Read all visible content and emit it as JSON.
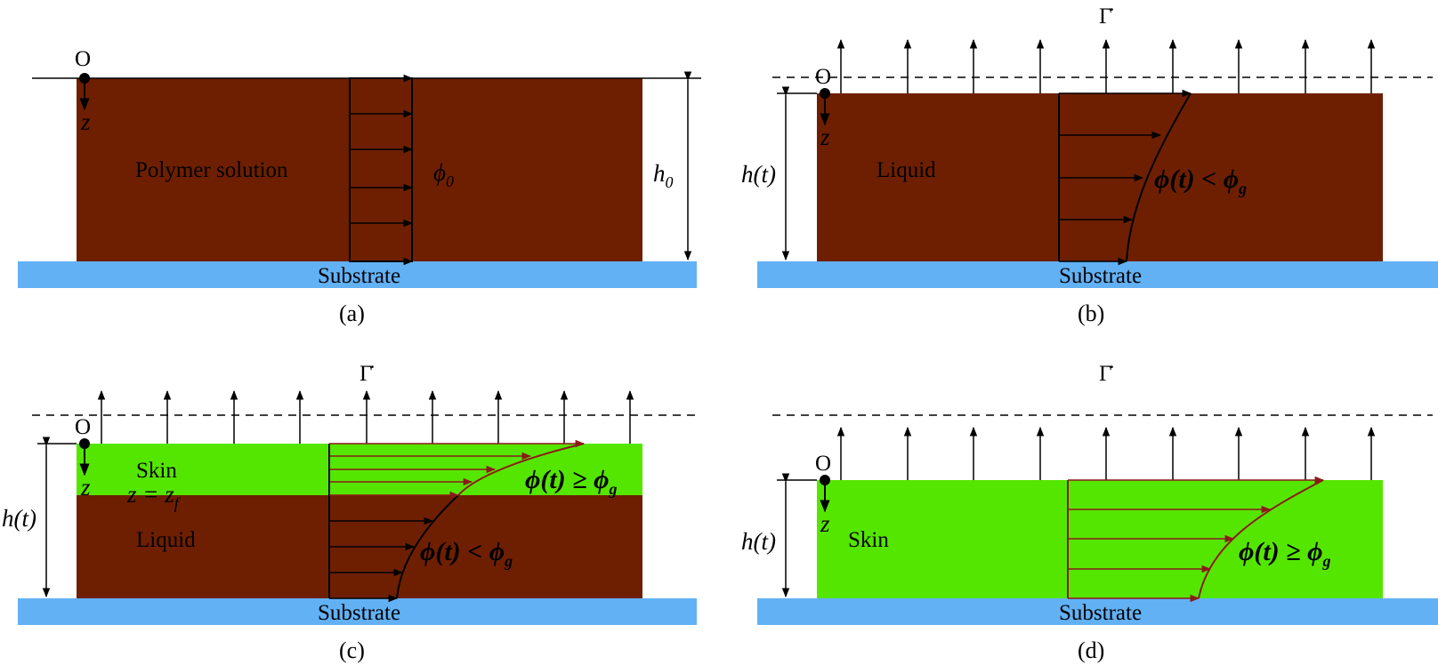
{
  "colors": {
    "liquid": "#6e1f02",
    "skin": "#55e600",
    "substrate": "#62b1f5",
    "profile_arrow_dark": "#000000",
    "profile_arrow_red": "#8b1a1a",
    "line": "#000000"
  },
  "icons": {
    "origin": "filled-dot",
    "flux": "up-arrow",
    "profile": "right-arrow"
  },
  "panels": [
    {
      "id": "a",
      "caption": "(a)",
      "origin_label": "O",
      "z_axis_label": "z",
      "layer_labels": [
        "Polymer solution"
      ],
      "substrate_label": "Substrate",
      "height_label_main": "h",
      "height_label_sub": "0",
      "phi_labels": [
        {
          "main": "ϕ",
          "sub": "0",
          "rest": ""
        }
      ],
      "flux_label": ""
    },
    {
      "id": "b",
      "caption": "(b)",
      "origin_label": "O",
      "z_axis_label": "z",
      "layer_labels": [
        "Liquid"
      ],
      "substrate_label": "Substrate",
      "height_label_main": "h(t)",
      "height_label_sub": "",
      "phi_labels": [
        {
          "main": "ϕ(t) < ϕ",
          "sub": "g",
          "rest": ""
        }
      ],
      "flux_label": "Γ̇"
    },
    {
      "id": "c",
      "caption": "(c)",
      "origin_label": "O",
      "z_axis_label": "z",
      "layer_labels": [
        "Skin",
        "Liquid"
      ],
      "interface_label_main": "z = z",
      "interface_label_sub": "f",
      "substrate_label": "Substrate",
      "height_label_main": "h(t)",
      "height_label_sub": "",
      "phi_labels": [
        {
          "main": "ϕ(t) ≥ ϕ",
          "sub": "g",
          "rest": ""
        },
        {
          "main": "ϕ(t) < ϕ",
          "sub": "g",
          "rest": ""
        }
      ],
      "flux_label": "Γ̇"
    },
    {
      "id": "d",
      "caption": "(d)",
      "origin_label": "O",
      "z_axis_label": "z",
      "layer_labels": [
        "Skin"
      ],
      "substrate_label": "Substrate",
      "height_label_main": "h(t)",
      "height_label_sub": "",
      "phi_labels": [
        {
          "main": "ϕ(t) ≥ ϕ",
          "sub": "g",
          "rest": ""
        }
      ],
      "flux_label": "Γ̇"
    }
  ]
}
